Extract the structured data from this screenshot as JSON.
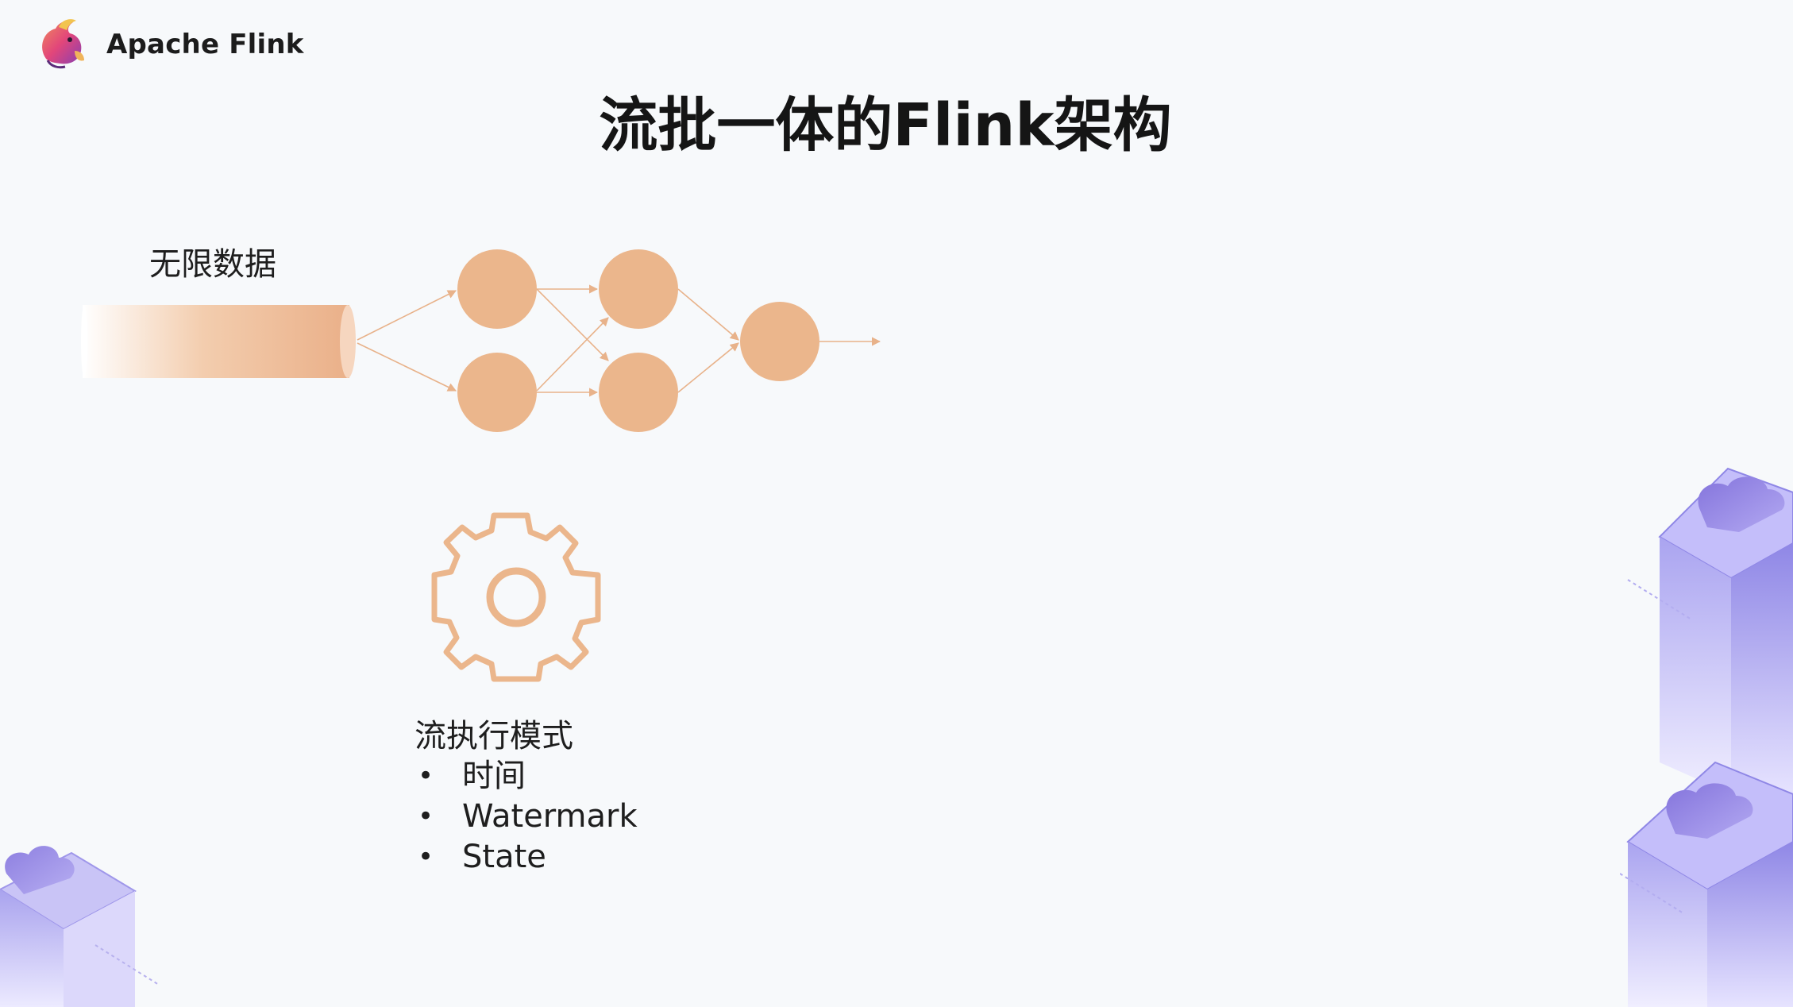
{
  "brand": {
    "name": "Apache Flink",
    "logo_icon": "squirrel-logo-icon"
  },
  "slide": {
    "title": "流批一体的Flink架构"
  },
  "diagram": {
    "input_label": "无限数据",
    "input_icon": "data-stream-pipe-icon",
    "node_color": "#ebb68c",
    "edge_color": "#e8b28a",
    "processing_icon": "gear-icon",
    "nodes": [
      "source-1",
      "source-2",
      "operator-1",
      "operator-2",
      "sink"
    ],
    "edges": [
      [
        "stream",
        "source-1"
      ],
      [
        "stream",
        "source-2"
      ],
      [
        "source-1",
        "operator-1"
      ],
      [
        "source-1",
        "operator-2"
      ],
      [
        "source-2",
        "operator-1"
      ],
      [
        "source-2",
        "operator-2"
      ],
      [
        "operator-1",
        "sink"
      ],
      [
        "operator-2",
        "sink"
      ],
      [
        "sink",
        "output"
      ]
    ]
  },
  "execution_mode": {
    "title": "流执行模式",
    "items": [
      "时间",
      "Watermark",
      "State"
    ]
  },
  "decoration": {
    "accent_color": "#8d86e0",
    "icon": "cloud-server-icon"
  }
}
